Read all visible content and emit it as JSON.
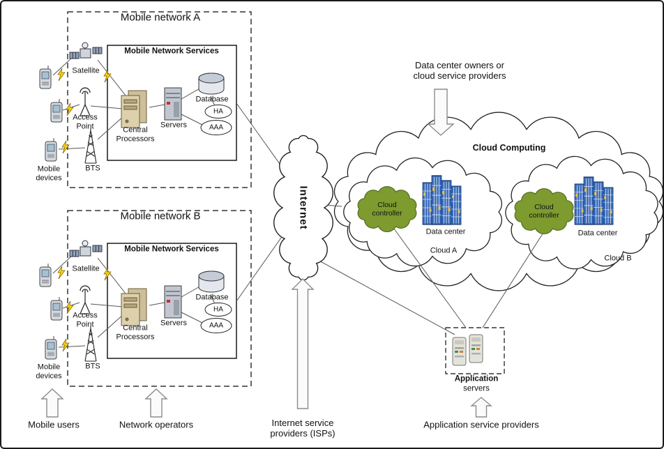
{
  "network_a": {
    "title": "Mobile network A",
    "services_title": "Mobile Network Services",
    "satellite": "Satellite",
    "access_point": "Access\nPoint",
    "bts": "BTS",
    "mobile_devices": "Mobile\ndevices",
    "central_processors": "Central\nProcessors",
    "servers": "Servers",
    "database": "Database",
    "ha": "HA",
    "aaa": "AAA"
  },
  "network_b": {
    "title": "Mobile network B",
    "services_title": "Mobile Network Services",
    "satellite": "Satellite",
    "access_point": "Access\nPoint",
    "bts": "BTS",
    "mobile_devices": "Mobile\ndevices",
    "central_processors": "Central\nProcessors",
    "servers": "Servers",
    "database": "Database",
    "ha": "HA",
    "aaa": "AAA"
  },
  "internet": {
    "label": "Internet"
  },
  "cloud_computing": {
    "title": "Cloud Computing",
    "cloud_a": {
      "controller": "Cloud\ncontroller",
      "data_center": "Data center",
      "name": "Cloud A"
    },
    "cloud_b": {
      "controller": "Cloud\ncontroller",
      "data_center": "Data center",
      "name": "Cloud B"
    }
  },
  "annotations": {
    "top": "Data center owners or\ncloud service providers",
    "app_servers_line1": "Application",
    "app_servers_line2": "servers",
    "mobile_users": "Mobile users",
    "network_operators": "Network operators",
    "isp": "Internet service\nproviders (ISPs)",
    "app_service_providers": "Application service providers"
  },
  "colors": {
    "controller_green": "#7d9b2f",
    "building_blue": "#3a6ab8",
    "bolt_yellow": "#ffd400",
    "cpu_tan": "#ddd0ac"
  }
}
